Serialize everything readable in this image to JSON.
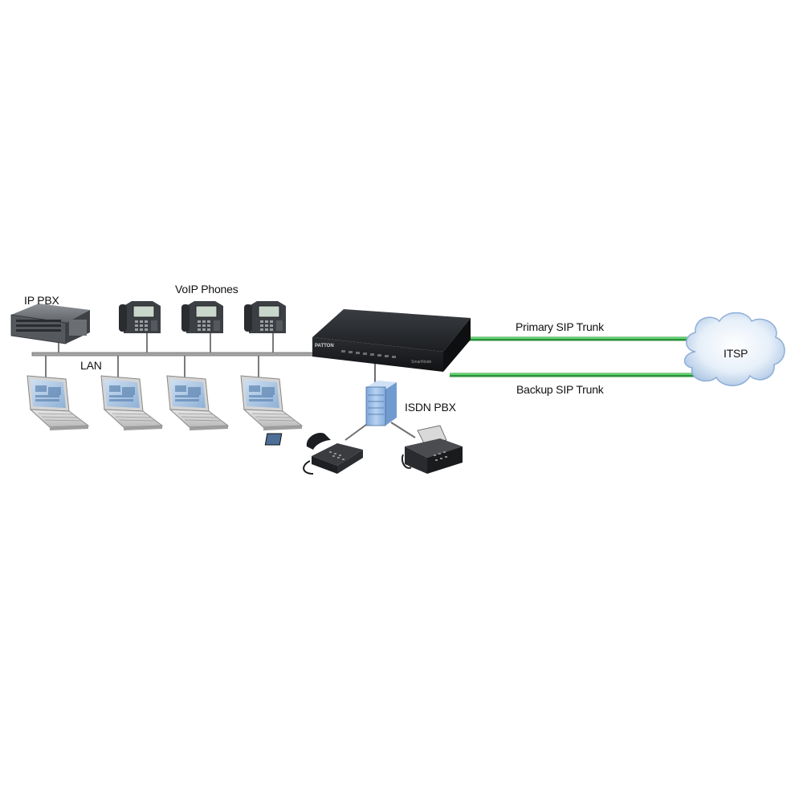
{
  "labels": {
    "ip_pbx": "IP PBX",
    "voip_phones": "VoIP Phones",
    "lan": "LAN",
    "isdn_pbx": "ISDN PBX",
    "primary_trunk": "Primary SIP Trunk",
    "backup_trunk": "Backup SIP Trunk",
    "itsp": "ITSP"
  },
  "gateway": {
    "brand": "PATTON",
    "model": "SmartNode"
  },
  "icons": {
    "ip_pbx": "server-rack-icon",
    "voip_phone": "ip-phone-icon",
    "laptop": "laptop-icon",
    "gateway": "voip-gateway-icon",
    "isdn_pbx": "pbx-cabinet-icon",
    "desk_phone": "desk-phone-icon",
    "fax": "fax-machine-icon",
    "itsp": "cloud-icon"
  },
  "colors": {
    "trunk_line": "#3dbb4f",
    "lan_line": "#8a8a8a",
    "cloud": "#d7e6f7",
    "pbx_cabinet": "#a9c9ef"
  }
}
